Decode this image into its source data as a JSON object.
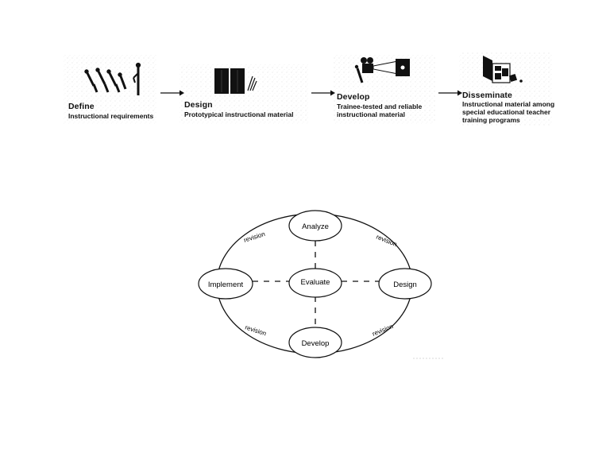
{
  "top_process": {
    "steps": [
      {
        "title": "Define",
        "description_lines": [
          "Instructional requirements"
        ],
        "icon": "people-with-instructor-icon"
      },
      {
        "title": "Design",
        "description_lines": [
          "Prototypical instructional material"
        ],
        "icon": "document-panels-icon"
      },
      {
        "title": "Develop",
        "description_lines": [
          "Trainee-tested and reliable",
          "instructional material"
        ],
        "icon": "camera-projector-icon"
      },
      {
        "title": "Disseminate",
        "description_lines": [
          "Instructional material among",
          "special educational teacher",
          "training programs"
        ],
        "icon": "package-materials-icon"
      }
    ]
  },
  "cycle_diagram": {
    "nodes": {
      "analyze": "Analyze",
      "design": "Design",
      "develop": "Develop",
      "implement": "Implement",
      "evaluate": "Evaluate"
    },
    "edge_labels": {
      "top_left": "revision",
      "top_right": "revision",
      "bottom_left": "revision",
      "bottom_right": "revision"
    }
  }
}
